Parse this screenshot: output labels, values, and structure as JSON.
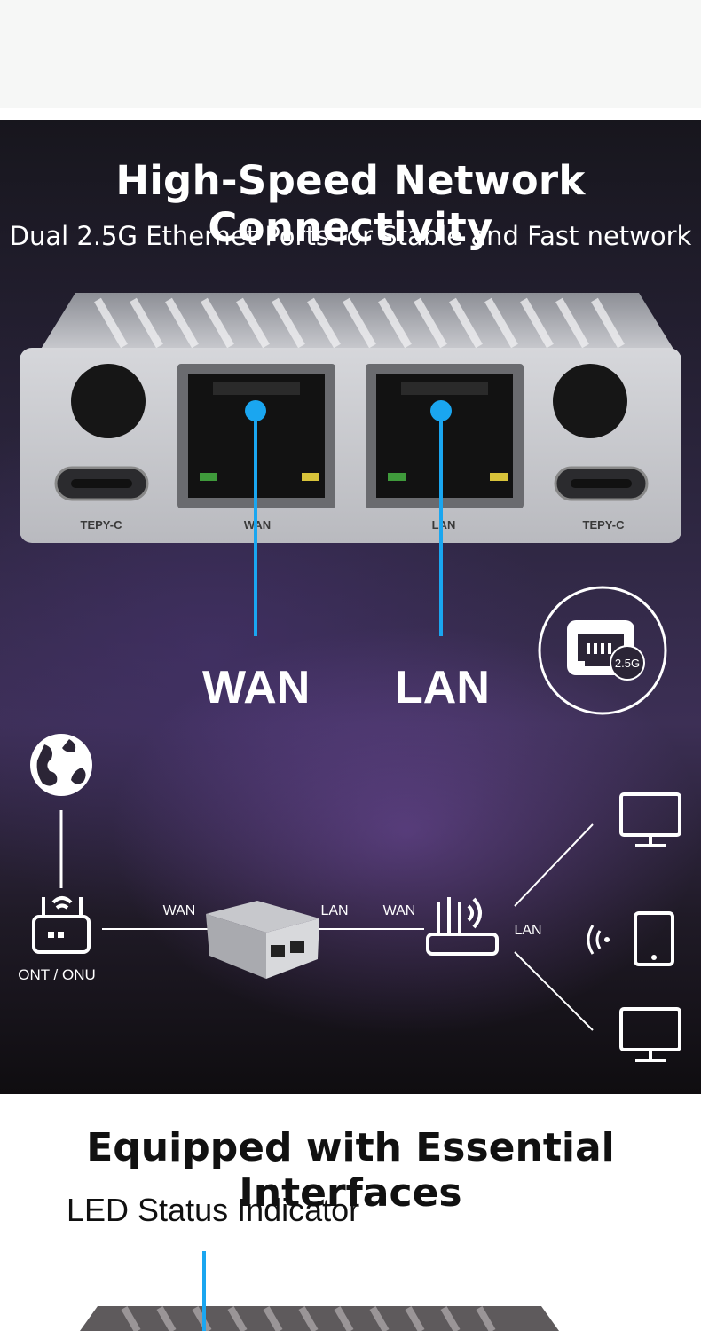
{
  "banner": {
    "title": "High-Speed Network Connectivity",
    "subtitle": "Dual 2.5G Ethernet Ports for Stable and Fast network",
    "device_port_labels": [
      "TEPY-C",
      "WAN",
      "LAN",
      "TEPY-C"
    ],
    "callout_wan": "WAN",
    "callout_lan": "LAN",
    "badge_text": "2.5G",
    "diagram": {
      "ont_label": "ONT / ONU",
      "wan_label_1": "WAN",
      "lan_label_1": "LAN",
      "wan_label_2": "WAN",
      "lan_label_2": "LAN"
    },
    "colors": {
      "callout_blue": "#1aa6f0",
      "text": "#ffffff"
    }
  },
  "section2": {
    "title": "Equipped with Essential Interfaces",
    "subtitle": "LED Status Indicator"
  }
}
